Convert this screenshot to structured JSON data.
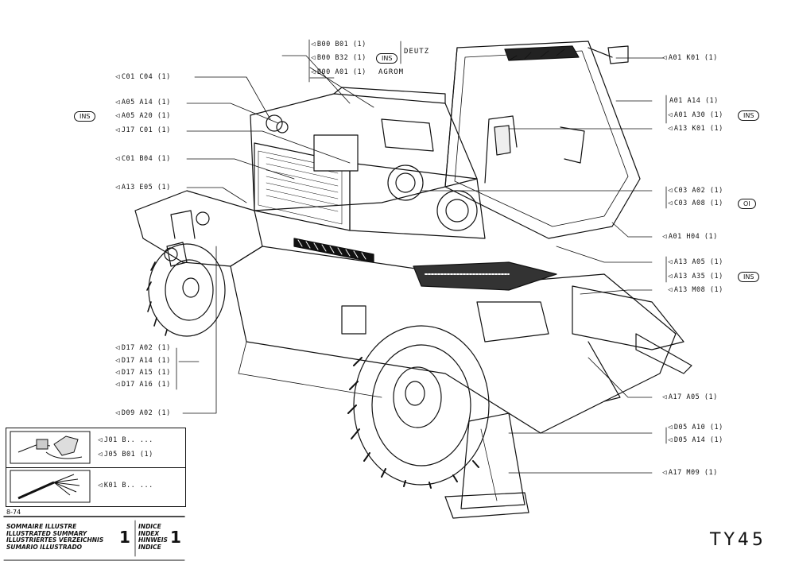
{
  "model": "TY45",
  "date": "8-74",
  "brand_deutz": "DEUTZ",
  "brand_agrom": "AGROM",
  "ins_label": "INS",
  "oi_label": "OI",
  "refs": {
    "b00b01": "B00 B01 (1)",
    "b00b32": "B00 B32 (1)",
    "b00a01": "B00 A01 (1)",
    "c01c04": "C01 C04 (1)",
    "a05a14": "A05 A14 (1)",
    "a05a20": "A05 A20 (1)",
    "j17c01": "J17 C01 (1)",
    "c01b04": "C01 B04 (1)",
    "a13e05": "A13 E05 (1)",
    "a01k01": "A01 K01 (1)",
    "a01a14": "A01 A14 (1)",
    "a01a30": "A01 A30 (1)",
    "a13k01": "A13 K01 (1)",
    "c03a02": "C03 A02 (1)",
    "c03a08": "C03 A08 (1)",
    "a01h04": "A01 H04 (1)",
    "a13a05": "A13 A05 (1)",
    "a13a35": "A13 A35 (1)",
    "a13m08": "A13 M08 (1)",
    "d17a02": "D17 A02 (1)",
    "d17a14": "D17 A14 (1)",
    "d17a15": "D17 A15 (1)",
    "d17a16": "D17 A16 (1)",
    "d09a02": "D09 A02 (1)",
    "a17a05": "A17 A05 (1)",
    "d05a10": "D05 A10 (1)",
    "d05a14": "D05 A14 (1)",
    "a17m09": "A17 M09 (1)"
  },
  "legend": {
    "j01": "J01 B.. ...",
    "j05": "J05 B01 (1)",
    "k01": "K01 B.. ..."
  },
  "footer": {
    "summary_lines": "SOMMAIRE ILLUSTRE\nILLUSTRATED SUMMARY\nILLUSTRIERTES VERZEICHNIS\nSUMARIO ILLUSTRADO",
    "summary_number": "1",
    "index_lines": "INDICE\nINDEX\nHINWEIS\nINDICE",
    "index_number": "1"
  }
}
